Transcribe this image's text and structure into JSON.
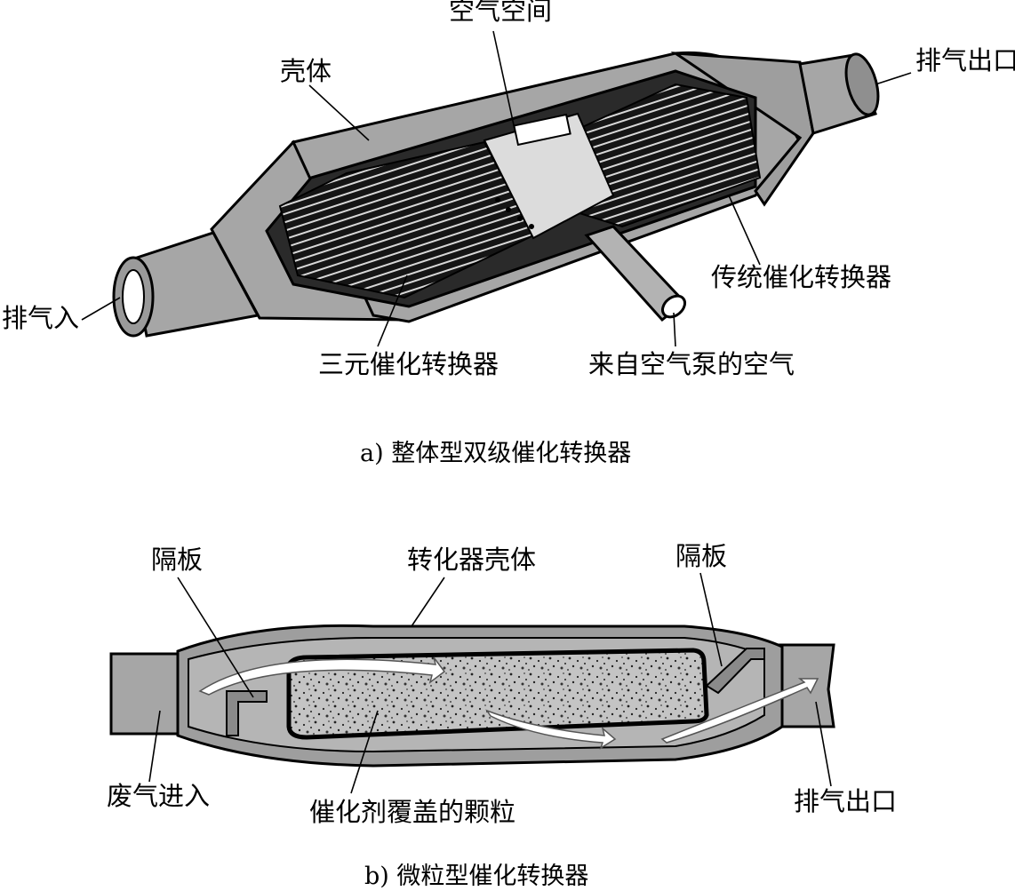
{
  "figure_a": {
    "labels": {
      "air_space": "空气空间",
      "shell": "壳体",
      "exhaust_out": "排气出口",
      "exhaust_in": "排气入",
      "conventional_converter": "传统催化转换器",
      "three_way_converter": "三元催化转换器",
      "air_from_pump": "来自空气泵的空气"
    },
    "caption": "a) 整体型双级催化转换器"
  },
  "figure_b": {
    "labels": {
      "baffle_left": "隔板",
      "converter_shell": "转化器壳体",
      "baffle_right": "隔板",
      "exhaust_in": "废气进入",
      "coated_pellets": "催化剂覆盖的颗粒",
      "exhaust_out": "排气出口"
    },
    "caption": "b) 微粒型催化转换器"
  },
  "colors": {
    "shell_gray": "#a6a6a6",
    "core_dark": "#1a1a1a",
    "pellet_fill": "#bdbdbd",
    "line": "#000000"
  }
}
